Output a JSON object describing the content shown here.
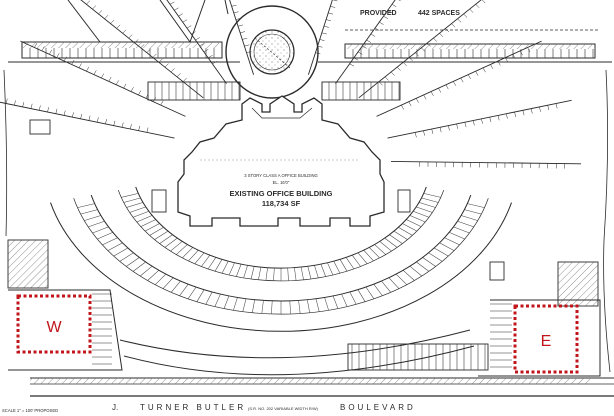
{
  "header": {
    "provided_label": "PROVIDED",
    "spaces_label": "442 SPACES"
  },
  "building": {
    "line1": "3 STORY CLASS A OFFICE BUILDING",
    "line2": "EL. 16'0\"",
    "title": "EXISTING OFFICE BUILDING",
    "area": "118,734 SF"
  },
  "zones": [
    {
      "id": "west",
      "letter": "W"
    },
    {
      "id": "east",
      "letter": "E"
    }
  ],
  "road": {
    "left_mark": "J.",
    "name_1": "TURNER   BUTLER",
    "small_note": "(S.R. NO. 202 VARIABLE WIDTH R/W)",
    "name_2": "BOULEVARD"
  },
  "footer": {
    "scale_note": "SCALE 1\" = 100' PROPOSED"
  },
  "colors": {
    "ink": "#2b2b2b",
    "zone_border": "#c0161b",
    "zone_text": "#c0161b",
    "paper": "#ffffff"
  }
}
